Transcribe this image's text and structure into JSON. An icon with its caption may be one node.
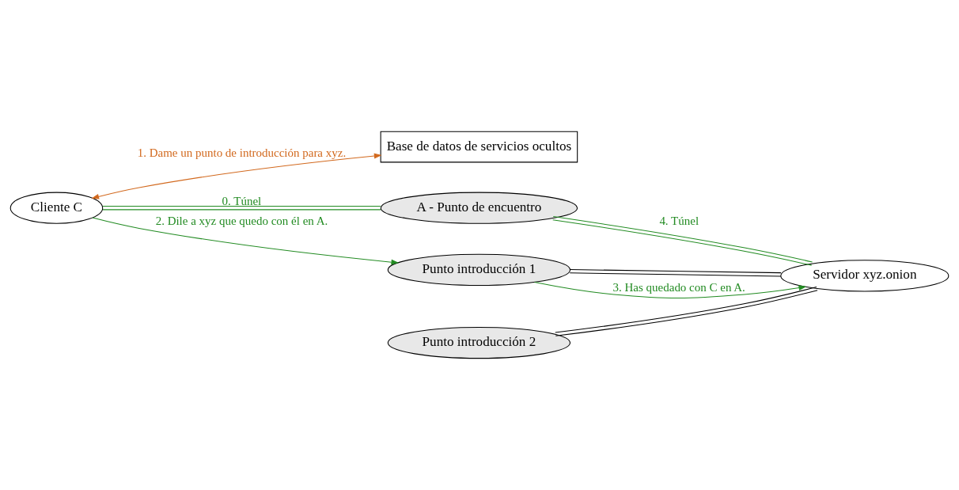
{
  "diagram": {
    "nodes": [
      {
        "text": [
          "Cliente C"
        ]
      },
      {
        "text": [
          "Base de datos de servicios ocultos"
        ]
      },
      {
        "text": [
          "A - Punto de encuentro"
        ]
      },
      {
        "text": [
          "Servidor xyz.onion"
        ]
      },
      {
        "text": [
          "Punto introducción 1"
        ]
      },
      {
        "text": [
          "Punto introducción 2"
        ]
      }
    ],
    "edges": [
      {
        "from": 0,
        "to": 1,
        "arrow": "both",
        "label": "1. Dame un punto de introducción para xyz.",
        "color": "#d2691e"
      },
      {
        "from": 0,
        "to": 2,
        "arrow": "none",
        "label": "0. Túnel"
      },
      {
        "from": 2,
        "to": 3,
        "arrow": "none",
        "label": "4. Túnel"
      },
      {
        "from": 4,
        "to": 3,
        "arrow": "none",
        "color": "#000000"
      },
      {
        "from": 5,
        "to": 3,
        "arrow": "none",
        "color": "#000000"
      },
      {
        "from": 0,
        "to": 4,
        "arrow": "to",
        "label": "2. Dile a xyz que quedo con él en A."
      },
      {
        "from": 4,
        "to": 3,
        "arrow": "to",
        "label": "3. Has quedado con C en A."
      }
    ]
  }
}
